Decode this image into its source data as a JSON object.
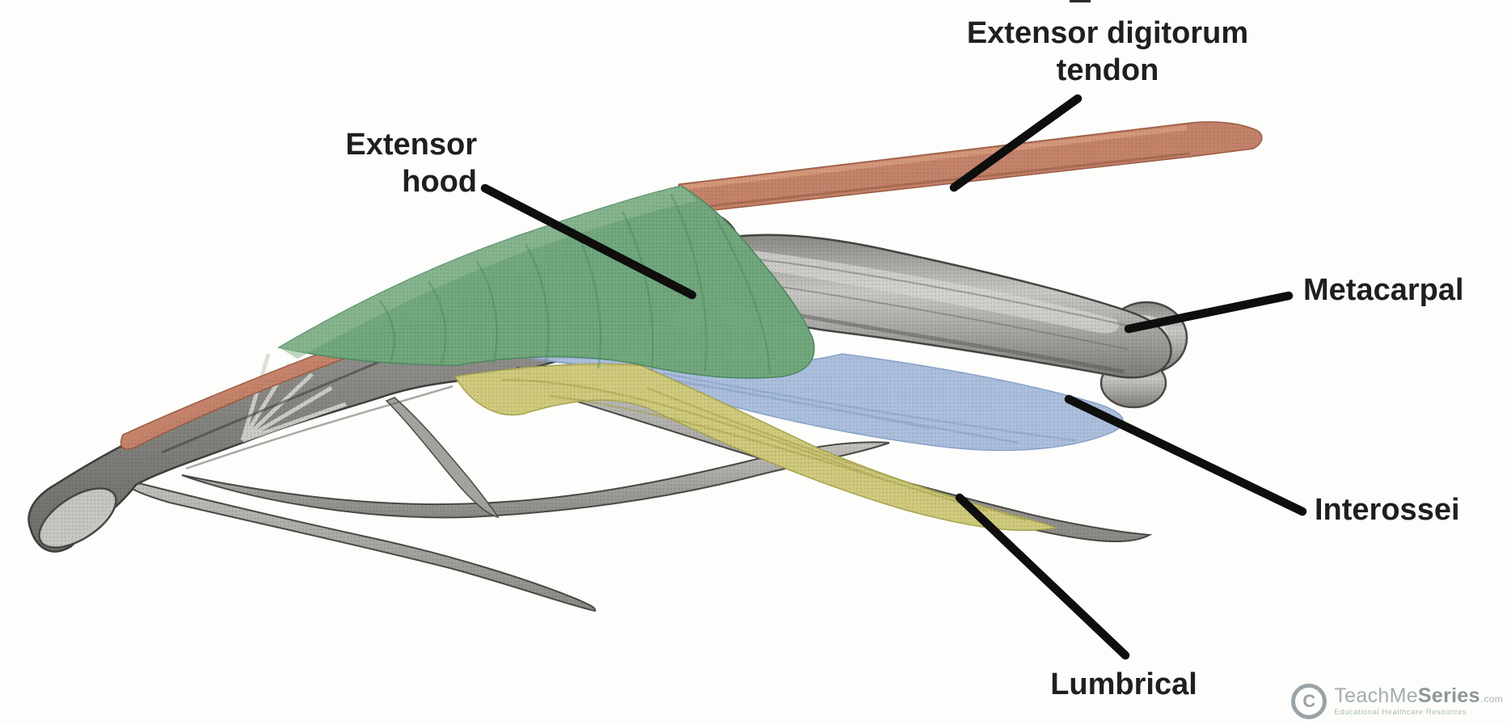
{
  "annotations": {
    "extensor_digitorum_tendon": {
      "text": "Extensor digitorum\ntendon"
    },
    "extensor_hood": {
      "text": "Extensor\nhood"
    },
    "metacarpal": {
      "text": "Metacarpal"
    },
    "interossei": {
      "text": "Interossei"
    },
    "lumbrical": {
      "text": "Lumbrical"
    }
  },
  "colors": {
    "tendon_orange": "#c4826a",
    "hood_green": "#72a87d",
    "interossei_blue": "#abbfdd",
    "lumbrical_yellow": "#cfca7c",
    "label_text": "#1f1f1d",
    "leader_line": "#0e0e0e"
  },
  "watermark": {
    "symbol": "C",
    "brand_light": "TeachMe",
    "brand_bold": "Series",
    "domain": ".com",
    "tagline": "Educational Healthcare Resources"
  }
}
